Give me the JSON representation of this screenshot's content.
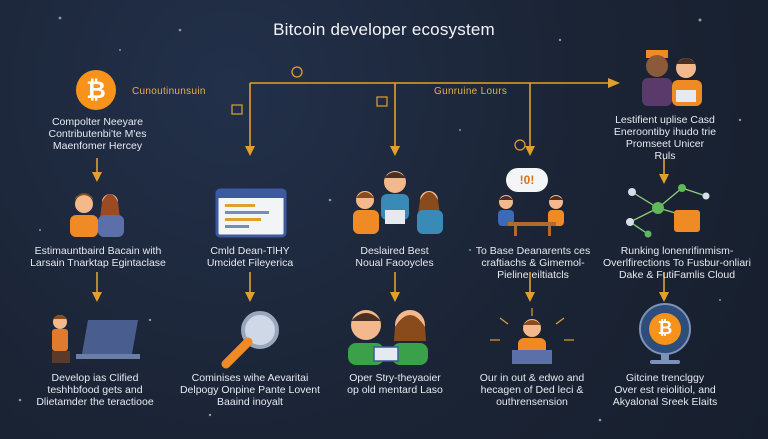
{
  "title": "Bitcoin developer ecosystem",
  "top_labels": {
    "left": "Cunoutinunsuin",
    "middle": "Gunruine Lours"
  },
  "nodes": [
    {
      "id": "n1",
      "lines": [
        "Compolter Neeyare",
        "Contributenbi'te M'es",
        "Maenfomer Hercey"
      ]
    },
    {
      "id": "n2",
      "lines": [
        "Estimauntbaird Bacain with",
        "Larsain Tnarktap Egintaclase"
      ]
    },
    {
      "id": "n3",
      "lines": [
        "Develop ias Clified",
        "teshhbfood gets and",
        "Dlietamder the teractiooe"
      ]
    },
    {
      "id": "n4",
      "lines": [
        "Cmld Dean-TlHY",
        "Umcidet Fileyerica"
      ]
    },
    {
      "id": "n5",
      "lines": [
        "Cominises wihe Aevaritai",
        "Delpogy Onpine Pante Lovent",
        "Baaind inoyalt"
      ]
    },
    {
      "id": "n6",
      "lines": [
        "Deslaired Best",
        "Noual Faooycles"
      ]
    },
    {
      "id": "n7",
      "lines": [
        "Oper Stry-theyaoier",
        "op old mentard Laso"
      ]
    },
    {
      "id": "n8",
      "lines": [
        "To Base Deanarents ces",
        "craftiachs & Gimemol-",
        "Pieline eiltiatcls"
      ]
    },
    {
      "id": "n9",
      "lines": [
        "Our in out & edwo and",
        "hecagen of Ded leci &",
        "outhrensension"
      ]
    },
    {
      "id": "n10",
      "lines": [
        "Lestifient uplise Casd",
        "Eneroontiby ihudo trie",
        "Promseet Unicer",
        "Ruls"
      ]
    },
    {
      "id": "n11",
      "lines": [
        "Runking lonenrifinmism-",
        "Overlfirections To Fusbur-onliari",
        "Dake & FutiFamlis Cloud"
      ]
    },
    {
      "id": "n12",
      "lines": [
        "Gitcine trenclggy",
        "Over est reiolitiol, and",
        "Akyalonal Sreek Elaits"
      ]
    }
  ],
  "icons": {
    "bitcoin_symbol": "₿",
    "bubble_text": "!0!"
  },
  "colors": {
    "accent": "#f7931a",
    "line": "#e0a12c",
    "background": "#1c2637"
  }
}
